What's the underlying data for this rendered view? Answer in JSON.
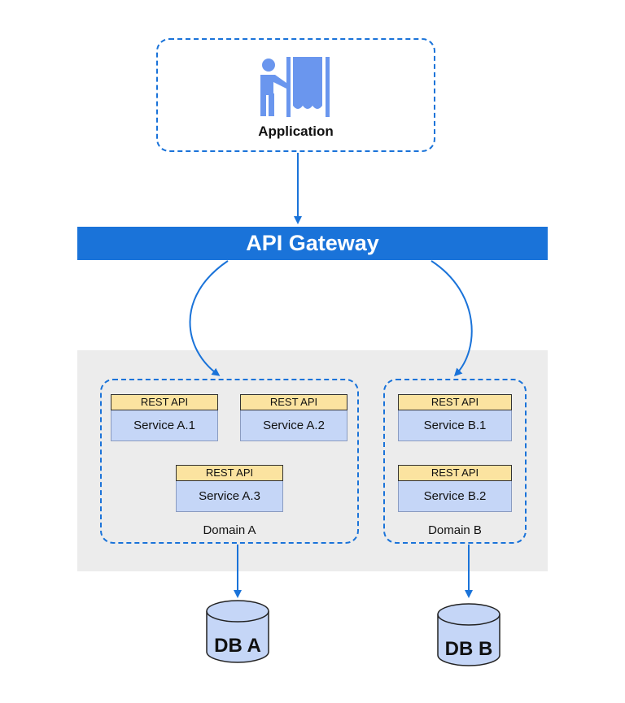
{
  "application": {
    "label": "Application",
    "icon": "person-opening-curtain-icon"
  },
  "gateway": {
    "label": "API Gateway"
  },
  "domains": [
    {
      "label": "Domain A",
      "services": [
        {
          "api": "REST API",
          "name": "Service A.1"
        },
        {
          "api": "REST API",
          "name": "Service A.2"
        },
        {
          "api": "REST API",
          "name": "Service A.3"
        }
      ]
    },
    {
      "label": "Domain B",
      "services": [
        {
          "api": "REST API",
          "name": "Service B.1"
        },
        {
          "api": "REST API",
          "name": "Service B.2"
        }
      ]
    }
  ],
  "databases": [
    {
      "label": "DB A"
    },
    {
      "label": "DB B"
    }
  ],
  "colors": {
    "accent": "#1a73d9",
    "icon": "#6a96ee",
    "api_tag": "#fbe3a0",
    "service": "#c5d6f7",
    "zone": "#ececec"
  }
}
